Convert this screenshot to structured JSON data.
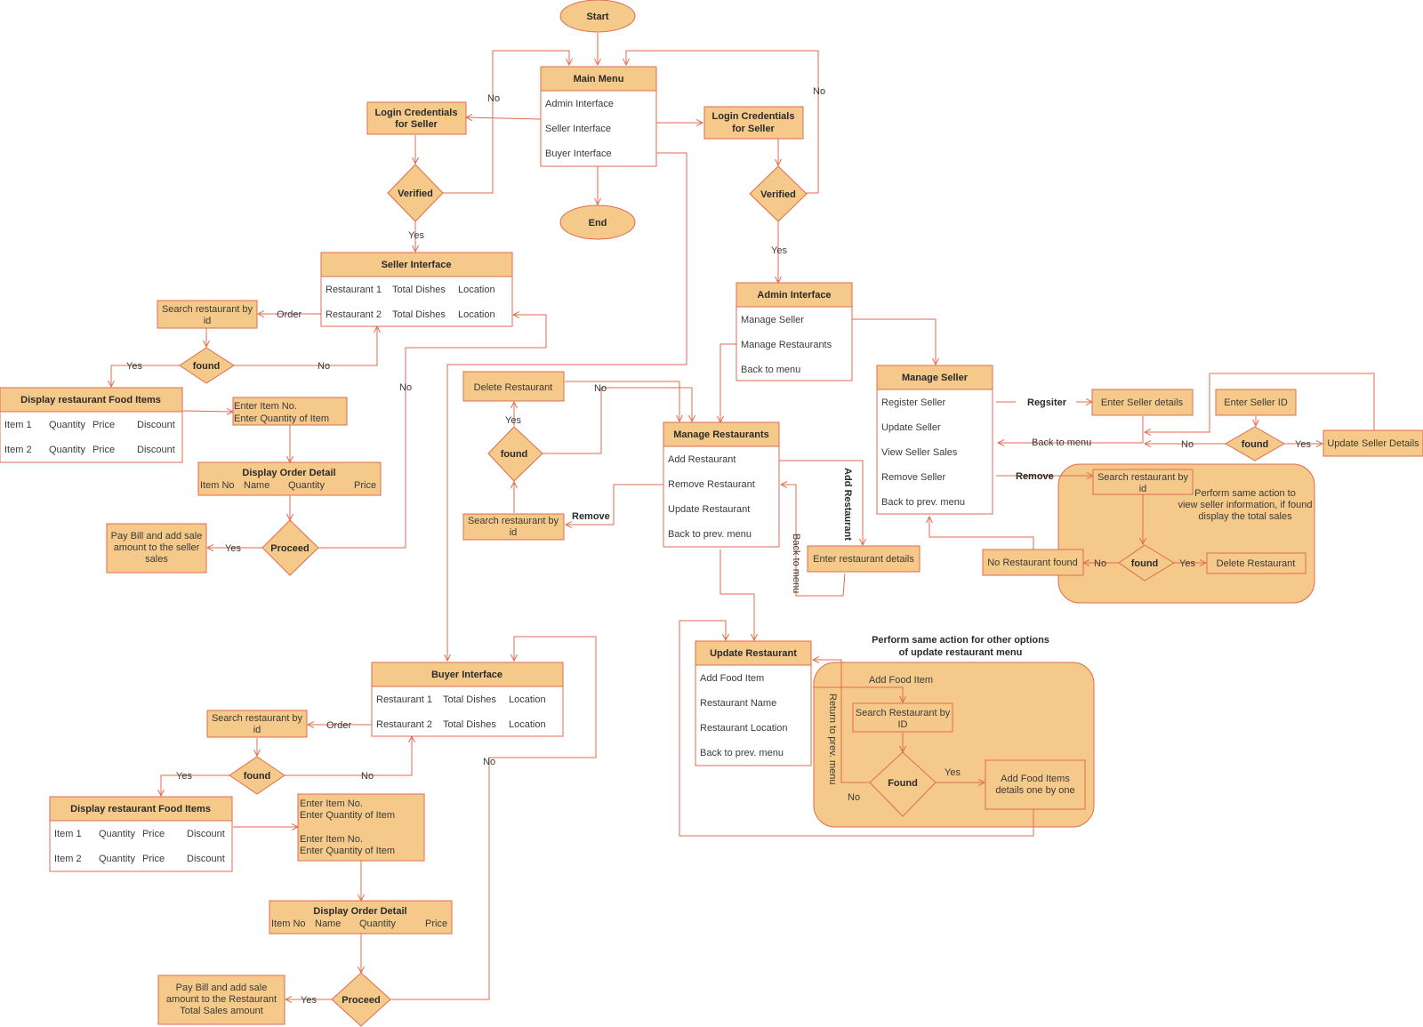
{
  "colors": {
    "fill": "#f4c98a",
    "stroke": "#e06b4e",
    "text": "#3a3a3a"
  },
  "nodes": {
    "start": "Start",
    "end": "End",
    "main_menu": {
      "title": "Main Menu",
      "items": [
        "Admin Interface",
        "Seller Interface",
        "Buyer Interface"
      ]
    },
    "login_left": [
      "Login Credentials",
      "for Seller"
    ],
    "login_right": [
      "Login Credentials",
      "for Seller"
    ],
    "verified": "Verified",
    "seller_interface": {
      "title": "Seller Interface",
      "rows": [
        [
          "Restaurant 1",
          "Total Dishes",
          "Location"
        ],
        [
          "Restaurant 2",
          "Total Dishes",
          "Location"
        ]
      ]
    },
    "search_restaurant_by_id": [
      "Search restaurant by",
      "id"
    ],
    "found": "found",
    "found_cap": "Found",
    "food_items": {
      "title": "Display restaurant Food Items",
      "rows": [
        [
          "Item 1",
          "Quantity",
          "Price",
          "Discount"
        ],
        [
          "Item 2",
          "Quantity",
          "Price",
          "Discount"
        ]
      ]
    },
    "enter_item_1": [
      "Enter Item No.",
      "Enter Quantity of Item"
    ],
    "enter_item_2": [
      "Enter Item No.",
      "Enter Quantity of Item",
      "",
      "Enter Item No.",
      "Enter Quantity of Item"
    ],
    "order_detail": {
      "title": "Display Order Detail",
      "cols": [
        "Item No",
        "Name",
        "Quantity",
        "Price"
      ]
    },
    "proceed": "Proceed",
    "pay_bill_seller": [
      "Pay Bill and add sale",
      "amount to the seller",
      "sales"
    ],
    "pay_bill_restaurant": [
      "Pay Bill and add sale",
      "amount to the Restaurant",
      "Total Sales amount"
    ],
    "admin_interface": {
      "title": "Admin Interface",
      "items": [
        "Manage Seller",
        "Manage Restaurants",
        "Back to menu"
      ]
    },
    "manage_seller": {
      "title": "Manage Seller",
      "items": [
        "Register Seller",
        "Update Seller",
        "View Seller Sales",
        "Remove Seller",
        "Back to prev. menu"
      ]
    },
    "manage_restaurants": {
      "title": "Manage Restaurants",
      "items": [
        "Add Restaurant",
        "Remove Restaurant",
        "Update Restaurant",
        "Back to prev. menu"
      ]
    },
    "delete_restaurant": "Delete Restaurant",
    "enter_restaurant_details": "Enter restaurant details",
    "enter_seller_details": "Enter Seller details",
    "enter_seller_id": "Enter Seller ID",
    "update_seller_details": "Update Seller Details",
    "no_restaurant_found": "No Restaurant found",
    "same_action_seller": [
      "Perform same action to",
      "view seller information, if found",
      "display the total sales"
    ],
    "buyer_interface": {
      "title": "Buyer Interface",
      "rows": [
        [
          "Restaurant 1",
          "Total Dishes",
          "Location"
        ],
        [
          "Restaurant 2",
          "Total Dishes",
          "Location"
        ]
      ]
    },
    "update_restaurant": {
      "title": "Update Restaurant",
      "items": [
        "Add Food Item",
        "Restaurant Name",
        "Restaurant Location",
        "Back to prev. menu"
      ]
    },
    "same_action_update": [
      "Perform same action for other options",
      "of update restaurant menu"
    ],
    "add_food_item_label": "Add Food Item",
    "search_restaurant_by_ID": [
      "Search Restaurant by",
      "ID"
    ],
    "add_food_items_details": [
      "Add Food Items",
      "details one by one"
    ]
  },
  "edge_labels": {
    "yes": "Yes",
    "no": "No",
    "order": "Order",
    "remove": "Remove",
    "register": "Regsiter",
    "back_to_menu": "Back to menu",
    "back_to_menu_lower": "Back to menu",
    "add_restaurant": "Add Restaurant",
    "return_prev_menu": "Return to prev. menu"
  }
}
